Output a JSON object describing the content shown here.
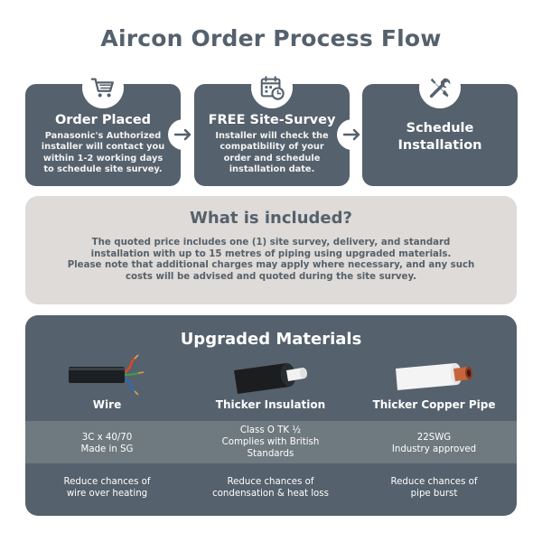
{
  "title": "Aircon Order Process Flow",
  "steps": [
    {
      "icon": "shopping-cart-icon",
      "title": "Order Placed",
      "desc_lines": [
        "Panasonic's Authorized",
        "installer will contact you",
        "within 1-2 working days",
        "to schedule site survey."
      ]
    },
    {
      "icon": "calendar-clock-icon",
      "title": "FREE Site-Survey",
      "desc_lines": [
        "Installer will check the",
        "compatibility of your",
        "order and schedule",
        "installation date."
      ]
    },
    {
      "icon": "tools-icon",
      "title_lines": [
        "Schedule",
        "Installation"
      ]
    }
  ],
  "included": {
    "title": "What is included?",
    "lines": [
      "The quoted price includes one (1) site survey, delivery, and standard",
      "installation with up to 15 metres of piping using upgraded materials.",
      "Please note that additional charges may apply where necessary, and any such",
      "costs will be advised and quoted during the site survey."
    ]
  },
  "materials": {
    "title": "Upgraded Materials",
    "items": [
      {
        "name": "Wire",
        "spec_lines": [
          "3C x 40/70",
          "Made in SG"
        ],
        "benefit_lines": [
          "Reduce chances of",
          "wire over heating"
        ]
      },
      {
        "name": "Thicker Insulation",
        "spec_lines": [
          "Class O TK ½",
          "Complies with British",
          "Standards"
        ],
        "benefit_lines": [
          "Reduce chances of",
          "condensation & heat loss"
        ]
      },
      {
        "name": "Thicker Copper Pipe",
        "spec_lines": [
          "22SWG",
          "Industry approved"
        ],
        "benefit_lines": [
          "Reduce chances of",
          "pipe burst"
        ]
      }
    ]
  },
  "colors": {
    "slate": "#55616c",
    "beige": "#dedbd8",
    "spec_row": "#6f7a80",
    "copper": "#c8643c"
  }
}
